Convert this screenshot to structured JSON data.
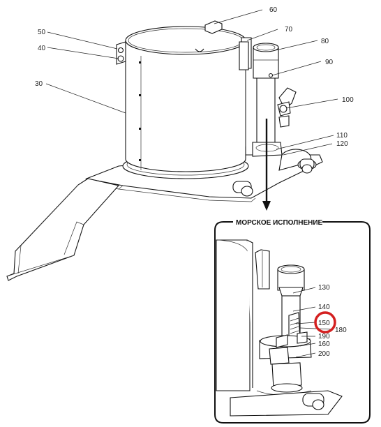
{
  "figure": {
    "inset_title": "МОРСКОЕ ИСПОЛНЕНИЕ",
    "highlight_color": "#d42020",
    "highlighted_callout": "150"
  },
  "callouts_main": [
    "60",
    "70",
    "80",
    "90",
    "100",
    "50",
    "40",
    "30",
    "110",
    "120"
  ],
  "callouts_inset": [
    "130",
    "140",
    "150",
    "180",
    "190",
    "160",
    "200"
  ]
}
